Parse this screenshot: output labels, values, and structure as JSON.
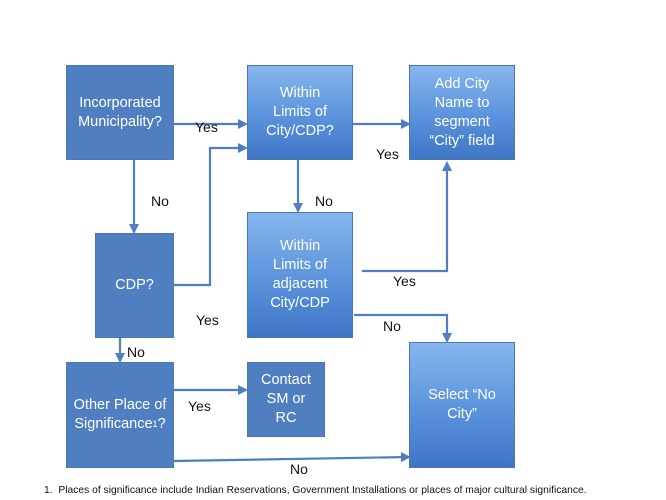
{
  "boxes": {
    "incorporated": "Incorporated Municipality?",
    "within_limits": "Within Limits of City/CDP?",
    "add_city": "Add City Name to segment “City” field",
    "cdp": "CDP?",
    "within_adjacent": "Within Limits of adjacent City/CDP",
    "other_place": "Other Place of Significance",
    "other_place_sup": "1",
    "other_place_suffix": "?",
    "contact": "Contact SM or RC",
    "select_no_city": "Select “No City”"
  },
  "edges": {
    "e1": "Yes",
    "e2": "Yes",
    "e3": "No",
    "e4": "No",
    "e5": "Yes",
    "e6": "Yes",
    "e7": "No",
    "e8": "No",
    "e9": "Yes",
    "e10": "No"
  },
  "footnote": {
    "number": "1.",
    "text": "Places of significance include Indian Reservations, Government Installations or places of major cultural significance."
  },
  "colors": {
    "box_dark": "#4f7fc0",
    "box_gradient_top": "#86b6ee",
    "box_gradient_bottom": "#3e76c6",
    "arrow": "#4f7fc0"
  }
}
